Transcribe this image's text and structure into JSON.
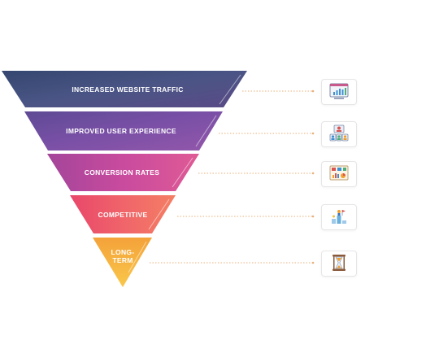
{
  "funnel": {
    "tiers": [
      {
        "label": "INCREASED WEBSITE TRAFFIC",
        "icon": "website-traffic-chart-icon",
        "color_start": "#3d4f7c",
        "color_end": "#5a4b85"
      },
      {
        "label": "IMPROVED USER EXPERIENCE",
        "icon": "user-profiles-icon",
        "color_start": "#6a4c9c",
        "color_end": "#8a54a8"
      },
      {
        "label": "CONVERSION RATES",
        "icon": "analytics-board-icon",
        "color_start": "#a8489c",
        "color_end": "#d9549c"
      },
      {
        "label": "COMPETITIVE",
        "icon": "trophy-leader-icon",
        "color_start": "#e8506a",
        "color_end": "#f07a6a"
      },
      {
        "label": "LONG-TERM",
        "icon": "hourglass-icon",
        "color_start": "#f5a83a",
        "color_end": "#f9c24a"
      }
    ],
    "connector_color": "#e8b07a"
  }
}
